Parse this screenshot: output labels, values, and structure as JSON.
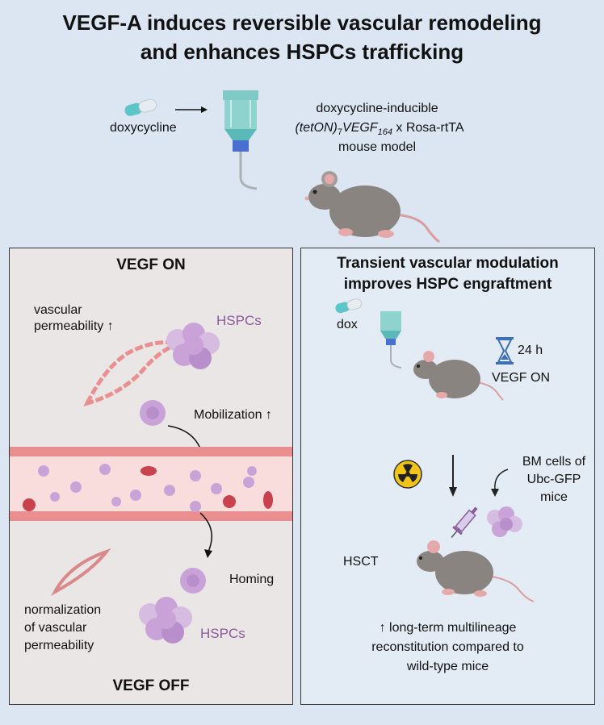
{
  "title": {
    "line1": "VEGF-A induces reversible vascular remodeling",
    "line2": "and enhances HSPCs trafficking"
  },
  "top": {
    "doxycycline_label": "doxycycline",
    "model_line1": "doxycycline-inducible",
    "model_line2_prefix": "(tetON)",
    "model_line2_sub1": "7",
    "model_line2_mid": "VEGF",
    "model_line2_sub2": "164",
    "model_line2_suffix": " x Rosa-rtTA",
    "model_line3": "mouse model"
  },
  "left_panel": {
    "heading_top": "VEGF ON",
    "vascular_line1": "vascular",
    "vascular_line2": "permeability ↑",
    "hspcs_top": "HSPCs",
    "mobilization": "Mobilization ↑",
    "homing": "Homing",
    "normalization_line1": "normalization",
    "normalization_line2": "of vascular",
    "normalization_line3": "permeability",
    "hspcs_bottom": "HSPCs",
    "heading_bottom": "VEGF OFF"
  },
  "right_panel": {
    "heading_line1": "Transient vascular modulation",
    "heading_line2": "improves HSPC engraftment",
    "dox_label": "dox",
    "time_label": "24 h",
    "vegf_on_label": "VEGF ON",
    "bm_line1": "BM cells of",
    "bm_line2": "Ubc-GFP",
    "bm_line3": "mice",
    "hsct_label": "HSCT",
    "result_line1": "↑ long-term multilineage",
    "result_line2": "reconstitution compared to",
    "result_line3": "wild-type mice"
  },
  "colors": {
    "background": "#dbe6f2",
    "left_panel_bg": "#ebe6e6",
    "right_panel_bg": "#e3ecf5",
    "vessel_wall": "#e98f8f",
    "vessel_lumen": "#f9dcdc",
    "hspc_purple": "#c9a3d8",
    "red_cell": "#c9414c",
    "mouse_gray": "#8a8480",
    "bottle_teal": "#5bb9b8",
    "cap_blue": "#4a6fd0",
    "pill_teal": "#5cc5c8",
    "hourglass_blue": "#3f6fb5",
    "hazard_yellow": "#f0c419"
  }
}
